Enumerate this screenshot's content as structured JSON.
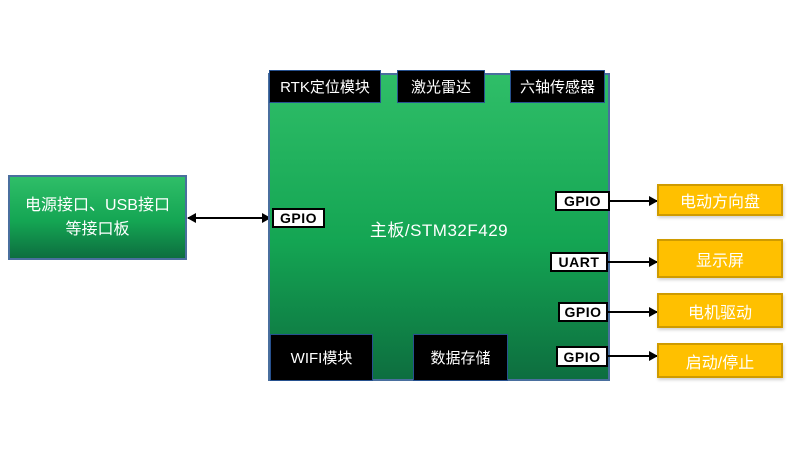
{
  "diagram": {
    "interface_board": {
      "line1": "电源接口、USB接口",
      "line2": "等接口板"
    },
    "main_board": {
      "label": "主板/STM32F429",
      "left_port": "GPIO"
    },
    "top_modules": [
      "RTK定位模块",
      "激光雷达",
      "六轴传感器"
    ],
    "bottom_modules": [
      "WIFI模块",
      "数据存储"
    ],
    "right_connections": [
      {
        "port": "GPIO",
        "target": "电动方向盘"
      },
      {
        "port": "UART",
        "target": "显示屏"
      },
      {
        "port": "GPIO",
        "target": "电机驱动"
      },
      {
        "port": "GPIO",
        "target": "启动/停止"
      }
    ],
    "colors": {
      "board-green-top": "#2fbe68",
      "board-green-mid": "#14a553",
      "board-green-bottom": "#0d6e3f",
      "box-border-blue": "#4a6f9e",
      "module-black": "#000000",
      "port-white": "#ffffff",
      "target-orange": "#ffc000",
      "target-orange-border": "#cf9b00",
      "arrow-black": "#000000",
      "text-white": "#ffffff"
    }
  }
}
